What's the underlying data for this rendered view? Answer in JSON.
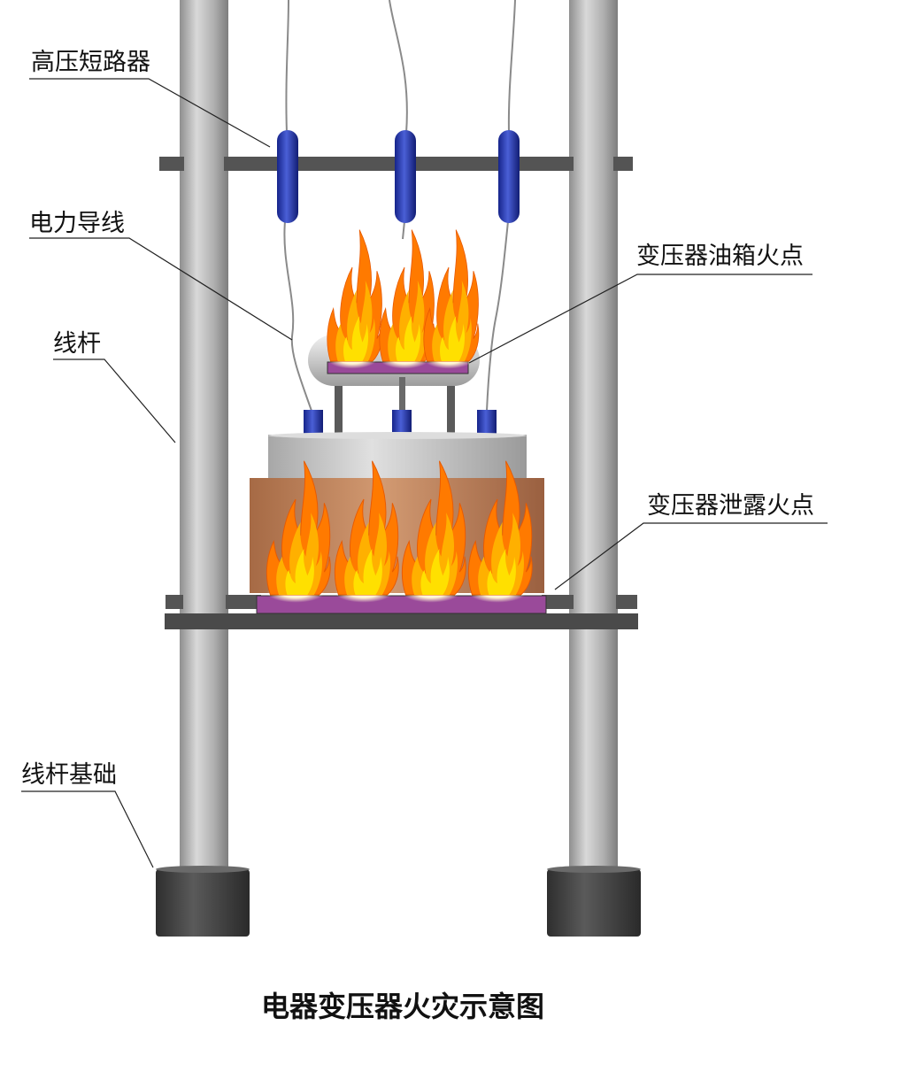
{
  "title": "电器变压器火灾示意图",
  "labels": {
    "hv_short_circuiter": "高压短路器",
    "power_conductor": "电力导线",
    "pole": "线杆",
    "oil_tank_fire": "变压器油箱火点",
    "leak_fire": "变压器泄露火点",
    "pole_foundation": "线杆基础"
  },
  "colors": {
    "pole": "#b3b3b3",
    "crossarm": "#545454",
    "insulator": "#1d2d9b",
    "foundation": "#3d3d3d",
    "transformer_top": "#c8c8c8",
    "transformer_body": "#b9805b",
    "fire_point": "#9a4a9a",
    "flame_outer": "#ff7a00",
    "flame_inner": "#ffd000"
  },
  "icons": {
    "fire": "fire-icon",
    "insulator": "insulator-icon"
  }
}
